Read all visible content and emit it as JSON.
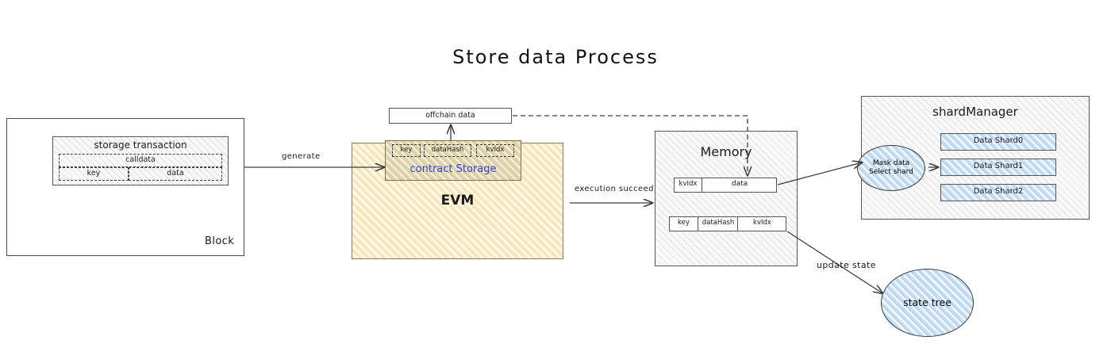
{
  "title": "Store data Process",
  "block": {
    "container_label": "Block",
    "transaction": {
      "title": "storage transaction",
      "calldata_label": "calldata",
      "fields": [
        "key",
        "data"
      ]
    }
  },
  "evm": {
    "label": "EVM",
    "contract_storage": {
      "label": "contract Storage",
      "cells": [
        "key",
        "dataHash",
        "kvIdx"
      ]
    },
    "offchain": {
      "label": "offchain data"
    }
  },
  "memory": {
    "label": "Memory",
    "row_data": [
      "kvIdx",
      "data"
    ],
    "row_meta": [
      "key",
      "dataHash",
      "kvIdx"
    ]
  },
  "shard_manager": {
    "label": "shardManager",
    "selector": {
      "line1": "Mask data",
      "line2": "Select shard"
    },
    "shards": [
      "Data Shard0",
      "Data Shard1",
      "Data Shard2"
    ]
  },
  "state_tree": {
    "label": "state tree"
  },
  "arrows": {
    "generate": "generate",
    "execution_succeed": "execution succeed",
    "update_state": "update state"
  },
  "colors": {
    "evm_fill": "#fbe7bd",
    "contract_storage_fill": "#ded3ad",
    "shard_fill": "#c3dcf3",
    "state_tree_fill": "#c3dcf3",
    "panel_fill": "#f7f7f7",
    "contract_storage_text": "#2a43d6",
    "stroke": "#4a4a4a"
  }
}
